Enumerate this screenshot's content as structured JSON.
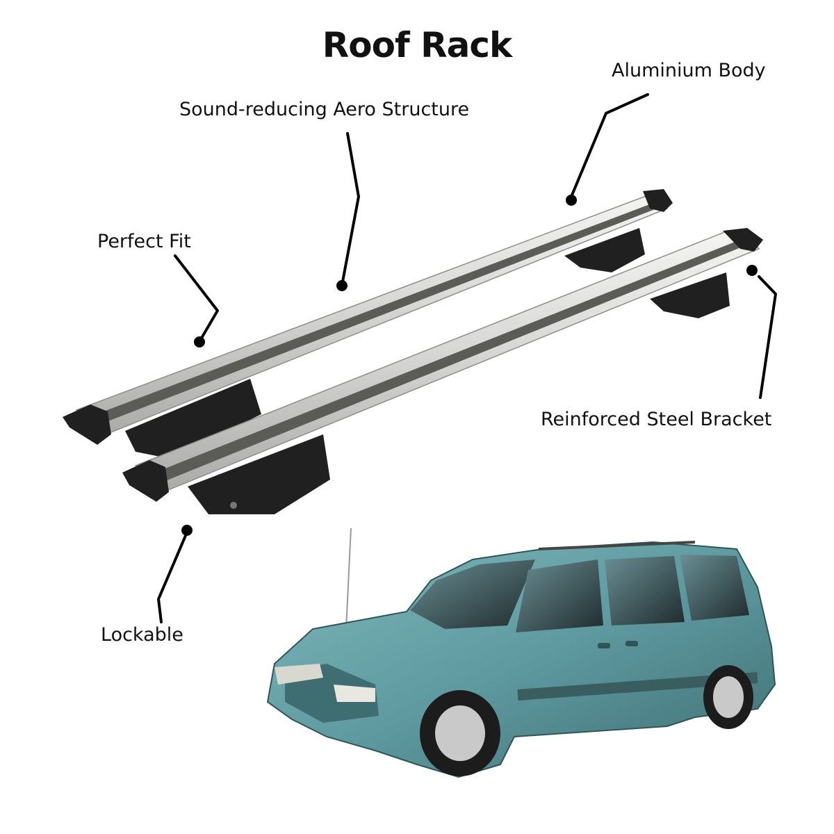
{
  "title": "Roof Rack",
  "callouts": {
    "aluminium_body": "Aluminium Body",
    "sound_reducing": "Sound-reducing Aero Structure",
    "perfect_fit": "Perfect Fit",
    "reinforced_bracket": "Reinforced Steel Bracket",
    "lockable": "Lockable"
  },
  "colors": {
    "bar_silver": "#d7d8d6",
    "bar_groove": "#5b5b58",
    "foot_black": "#202020",
    "van_teal": "#5e9aa0",
    "van_dark": "#3f6e72",
    "glass": "#2e3d3f",
    "callout_line": "#000000"
  }
}
